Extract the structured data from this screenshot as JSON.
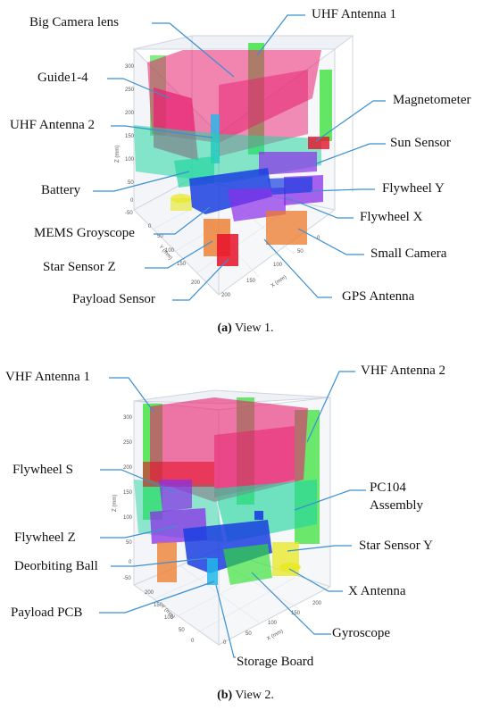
{
  "view1": {
    "labels": {
      "big_camera_lens": "Big Camera lens",
      "uhf_antenna_1": "UHF Antenna 1",
      "guide": "Guide1-4",
      "magnetometer": "Magnetometer",
      "uhf_antenna_2": "UHF Antenna 2",
      "sun_sensor": "Sun Sensor",
      "battery": "Battery",
      "flywheel_y": "Flywheel Y",
      "flywheel_x": "Flywheel X",
      "mems": "MEMS Groyscope",
      "small_camera": "Small Camera",
      "star_sensor_z": "Star Sensor Z",
      "gps_antenna": "GPS Antenna",
      "payload_sensor": "Payload Sensor"
    },
    "caption_letter": "(a)",
    "caption_text": " View 1.",
    "axes": {
      "z_label": "Z (mm)",
      "y_label": "Y (mm)",
      "x_label": "X (mm)",
      "z_ticks": [
        "300",
        "250",
        "200",
        "150",
        "100",
        "50",
        "0",
        "-50"
      ],
      "y_ticks": [
        "0",
        "50",
        "100",
        "150",
        "200"
      ],
      "x_ticks": [
        "0",
        "50",
        "100",
        "150",
        "200"
      ]
    }
  },
  "view2": {
    "labels": {
      "vhf_antenna_1": "VHF Antenna 1",
      "vhf_antenna_2": "VHF Antenna 2",
      "flywheel_s": "Flywheel S",
      "pc104_line1": "PC104",
      "pc104_line2": "Assembly",
      "flywheel_z": "Flywheel Z",
      "star_sensor_y": "Star Sensor Y",
      "deorbiting_ball": "Deorbiting Ball",
      "x_antenna": "X Antenna",
      "payload_pcb": "Payload PCB",
      "gyroscope": "Gyroscope",
      "storage_board": "Storage Board"
    },
    "caption_letter": "(b)",
    "caption_text": " View 2.",
    "axes": {
      "z_label": "Z (mm)",
      "y_label": "Y (mm)",
      "x_label": "X (mm)",
      "z_ticks": [
        "300",
        "250",
        "200",
        "150",
        "100",
        "50",
        "0",
        "-50"
      ],
      "y_ticks": [
        "200",
        "150",
        "100",
        "50",
        "0"
      ],
      "x_ticks": [
        "0",
        "50",
        "100",
        "150",
        "200"
      ]
    }
  },
  "colors": {
    "pink": "#e8206f",
    "green": "#30e030",
    "teal": "#25d6a0",
    "blue": "#1a3fe0",
    "violet": "#8a2ee8",
    "orange": "#ee7a2a",
    "red": "#e8102a",
    "yellow": "#e8e820",
    "cyan": "#20b8e8",
    "leader": "#3a8fd0"
  }
}
